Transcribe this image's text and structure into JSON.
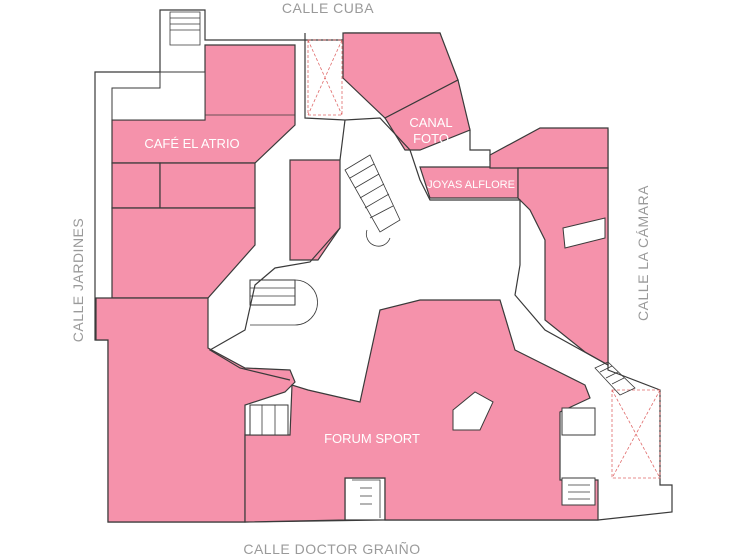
{
  "map": {
    "colors": {
      "shop": "#f592ab",
      "line": "#3a3a3a",
      "dash": "#e06a6a",
      "street_text": "#9a9a9a"
    },
    "streets": {
      "north": "CALLE CUBA",
      "south": "CALLE DOCTOR GRAIÑO",
      "west": "CALLE JARDINES",
      "east": "CALLE LA CÁMARA"
    },
    "stores": {
      "cafe": "CAFÉ EL ATRIO",
      "canal_line1": "CANAL",
      "canal_line2": "FOTO",
      "joyas": "JOYAS ALFLORE",
      "forum": "FORUM SPORT"
    }
  }
}
